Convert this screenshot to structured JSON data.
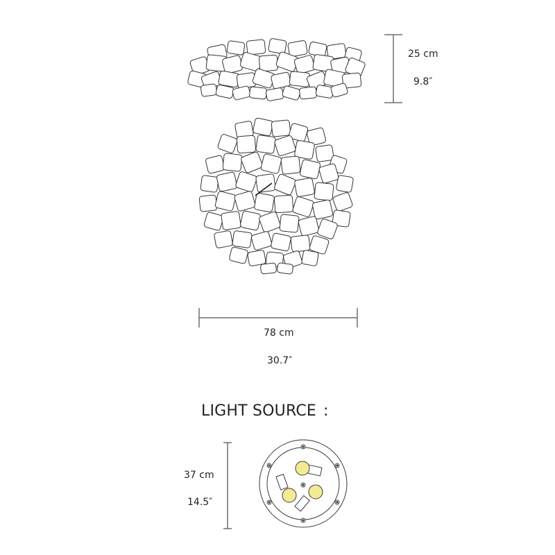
{
  "side_view": {
    "height_cm": "25 cm",
    "height_in": "9.8″"
  },
  "top_view": {
    "width_cm": "78 cm",
    "width_in": "30.7″"
  },
  "light_source": {
    "title": "LIGHT SOURCE",
    "colon": ":",
    "height_cm": "37 cm",
    "height_in": "14.5″",
    "bulb_count": 3,
    "screw_count": 6,
    "colors": {
      "bulb_fill": "#f5ea94",
      "line": "#3a3a3a",
      "dimension_line": "#6d6e71"
    }
  }
}
